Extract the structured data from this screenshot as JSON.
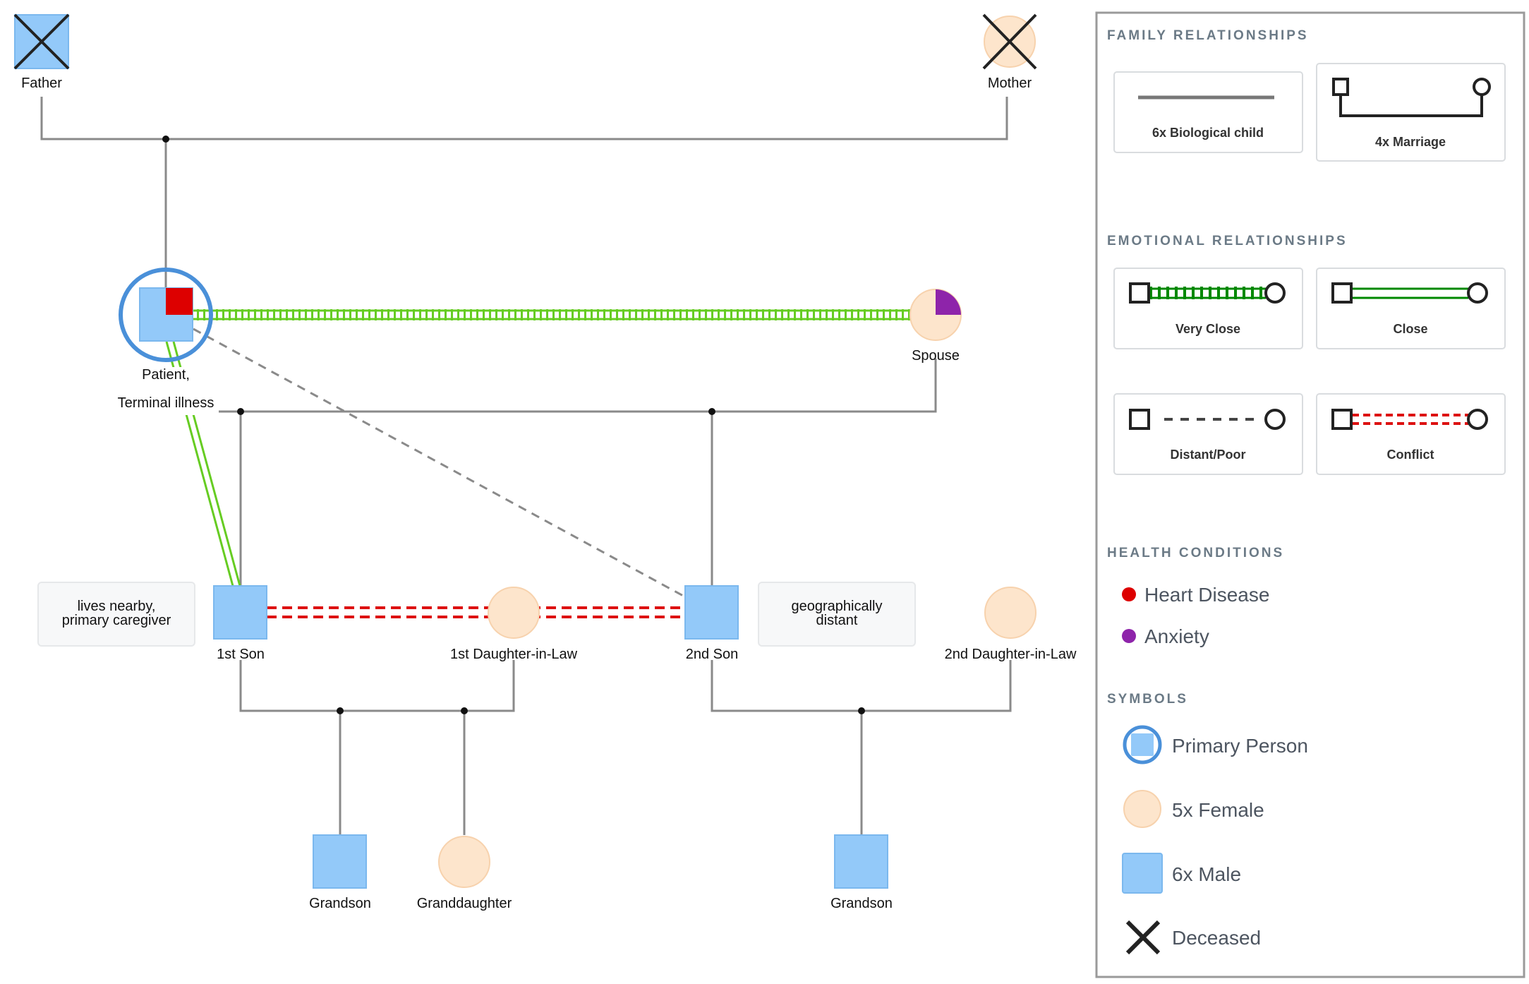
{
  "people": {
    "father": {
      "label": "Father"
    },
    "mother": {
      "label": "Mother"
    },
    "patient": {
      "label_line1": "Patient,",
      "label_line2": "Terminal illness"
    },
    "spouse": {
      "label": "Spouse"
    },
    "son1": {
      "label": "1st Son"
    },
    "dil1": {
      "label": "1st Daughter-in-Law"
    },
    "son2": {
      "label": "2nd Son"
    },
    "dil2": {
      "label": "2nd Daughter-in-Law"
    },
    "grandson1": {
      "label": "Grandson"
    },
    "granddaughter": {
      "label": "Granddaughter"
    },
    "grandson2": {
      "label": "Grandson"
    }
  },
  "notes": {
    "son1": [
      "lives nearby,",
      "primary caregiver"
    ],
    "son2": [
      "geographically",
      "distant"
    ]
  },
  "legend": {
    "family_title": "FAMILY RELATIONSHIPS",
    "biological_child": "6x Biological child",
    "marriage": "4x Marriage",
    "emotional_title": "EMOTIONAL RELATIONSHIPS",
    "very_close": "Very Close",
    "close": "Close",
    "distant": "Distant/Poor",
    "conflict": "Conflict",
    "health_title": "HEALTH CONDITIONS",
    "heart_disease": "Heart Disease",
    "anxiety": "Anxiety",
    "symbols_title": "SYMBOLS",
    "primary_person": "Primary Person",
    "female": "5x Female",
    "male": "6x Male",
    "deceased": "Deceased"
  },
  "colors": {
    "male_fill": "#93c9f9",
    "female_fill": "#fde5cc",
    "primary_ring": "#4a90d9",
    "heart_disease": "#dd0000",
    "anxiety": "#8e24aa",
    "very_close": "#66cc22",
    "close": "#008800",
    "distant": "#888888",
    "conflict": "#dd1111",
    "lines": "#8a8a8a"
  },
  "icons": [
    "deceased-cross-icon",
    "heart-disease-marker-icon",
    "anxiety-marker-icon",
    "primary-person-ring-icon"
  ]
}
